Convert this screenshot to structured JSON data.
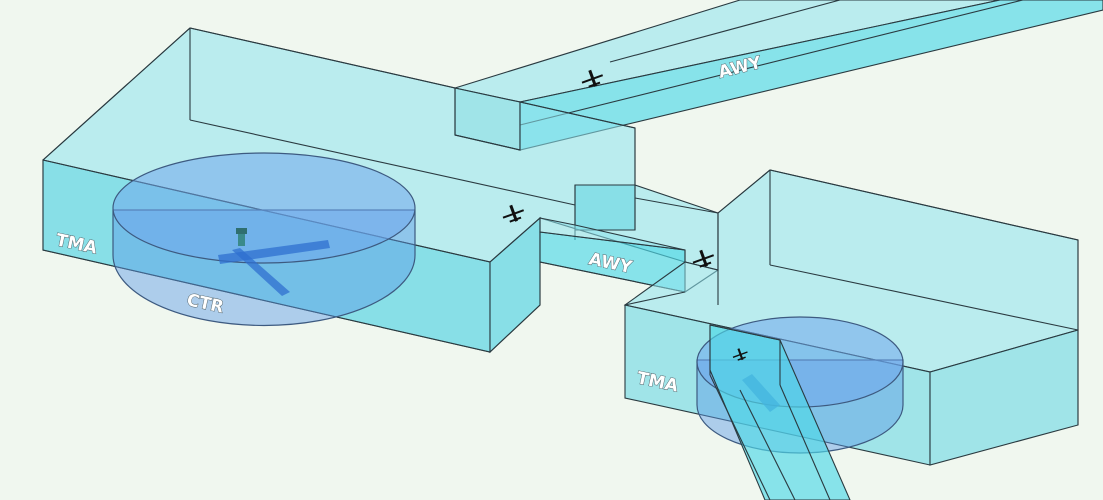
{
  "labels": {
    "tma_left": "TMA",
    "ctr": "CTR",
    "awy_middle": "AWY",
    "awy_top": "AWY",
    "tma_right": "TMA"
  },
  "colors": {
    "background": "#f0f7ef",
    "airspace": "#5fd6e2",
    "ctr": "#5a9ae6",
    "runway": "#2f6fcf"
  },
  "icons": [
    "airplane-icon",
    "control-tower-icon",
    "runway-icon"
  ]
}
